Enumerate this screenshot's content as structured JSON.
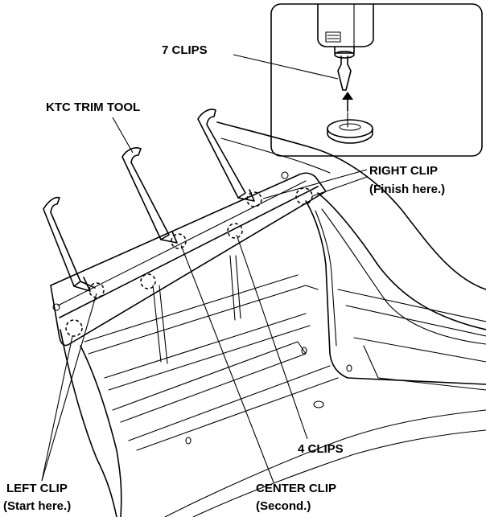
{
  "labels": {
    "seven_clips": "7 CLIPS",
    "ktc_trim_tool": "KTC TRIM TOOL",
    "right_clip_line1": "RIGHT CLIP",
    "right_clip_line2": "(Finish here.)",
    "four_clips": "4 CLIPS",
    "left_clip_line1": "LEFT CLIP",
    "left_clip_line2": "(Start here.)",
    "center_clip_line1": "CENTER CLIP",
    "center_clip_line2": "(Second.)"
  },
  "colors": {
    "ink": "#000000",
    "background": "#ffffff"
  }
}
